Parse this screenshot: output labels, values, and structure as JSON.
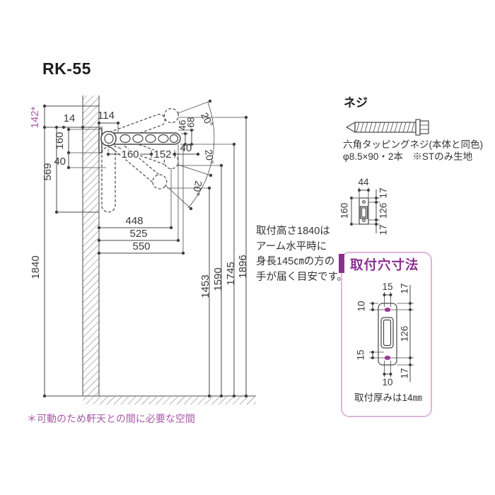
{
  "title": "RK-55",
  "colors": {
    "accent_dark": "#8b2f8f",
    "accent_light": "#a55aa5",
    "hole_fill": "#993b96",
    "box_border": "#ddb7d9",
    "line": "#4a4a4a"
  },
  "main": {
    "d142": "142*",
    "d14": "14",
    "d114": "114",
    "d160": "160",
    "d40_left": "40",
    "d569": "569",
    "d1840": "1840",
    "arm_d160": "160",
    "arm_d152": "152",
    "arm_d40": "40",
    "d46": "46",
    "d68": "68",
    "d448": "448",
    "d525": "525",
    "d550": "550",
    "d1453": "1453",
    "d1590": "1590",
    "d1745": "1745",
    "d1896": "1896",
    "angle1": "20°",
    "angle2": "20°",
    "angle3": "20°",
    "footnote": "＊可動のため軒天との間に必要な空間"
  },
  "info": {
    "line1": "取付高さ1840は",
    "line2": "アーム水平時に",
    "line3": "身長145㎝の方の",
    "line4": "手が届く目安です。"
  },
  "screw": {
    "heading": "ネジ",
    "spec1": "六角タッピングネジ(本体と同色)",
    "spec2": "φ8.5×90・2本　※STのみ生地"
  },
  "side_view": {
    "d44": "44",
    "d160": "160",
    "d17_top": "17",
    "d126": "126",
    "d17_bottom": "17"
  },
  "hole_box": {
    "title": "取付穴寸法",
    "d15_top": "15",
    "d17_top": "17",
    "d10_top": "10",
    "d126": "126",
    "d15_bottom": "15",
    "d17_bottom": "17",
    "d10_bottom": "10",
    "caption": "取付厚みは14㎜"
  }
}
